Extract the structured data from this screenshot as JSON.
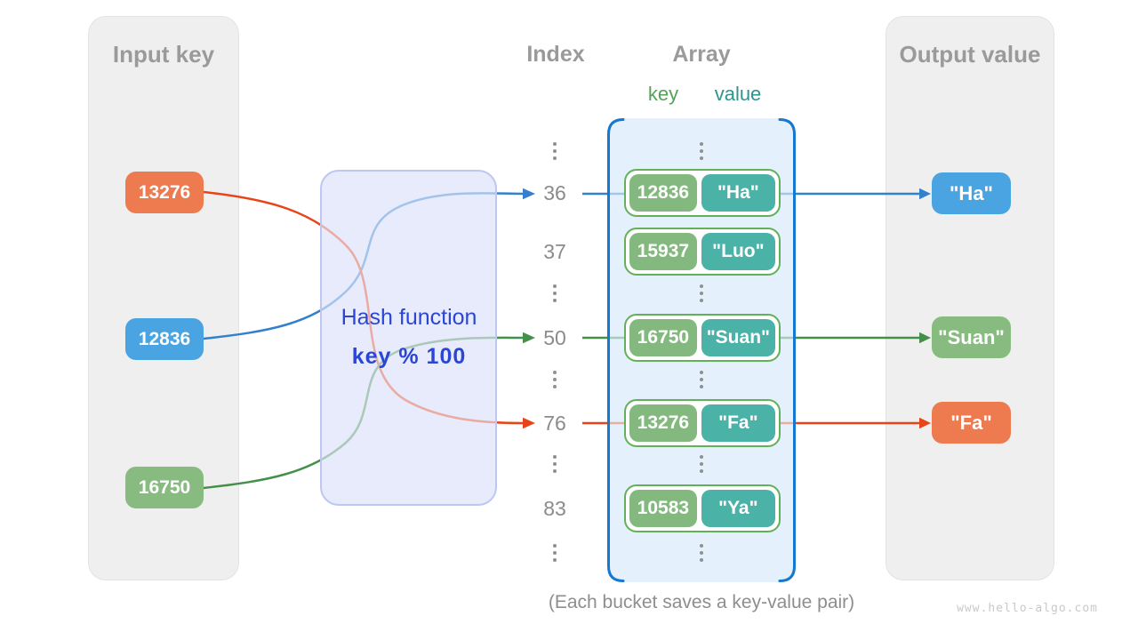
{
  "panels": {
    "input": {
      "title": "Input key",
      "items": [
        {
          "label": "13276",
          "color": "#ED7B4F"
        },
        {
          "label": "12836",
          "color": "#49A4E1"
        },
        {
          "label": "16750",
          "color": "#87BB80"
        }
      ]
    },
    "output": {
      "title": "Output value",
      "items": [
        {
          "label": "\"Ha\"",
          "color": "#49A4E1"
        },
        {
          "label": "\"Suan\"",
          "color": "#87BB80"
        },
        {
          "label": "\"Fa\"",
          "color": "#ED7B4F"
        }
      ]
    }
  },
  "hash_function": {
    "label": "Hash function",
    "formula": "key % 100"
  },
  "headers": {
    "index": "Index",
    "array": "Array",
    "key": "key",
    "value": "value"
  },
  "index_rows": [
    "⋮",
    "36",
    "37",
    "⋮",
    "50",
    "⋮",
    "76",
    "⋮",
    "83",
    "⋮"
  ],
  "buckets": [
    {
      "key": "12836",
      "value": "\"Ha\""
    },
    {
      "key": "15937",
      "value": "\"Luo\""
    },
    {
      "key": "16750",
      "value": "\"Suan\""
    },
    {
      "key": "13276",
      "value": "\"Fa\""
    },
    {
      "key": "10583",
      "value": "\"Ya\""
    }
  ],
  "flows": [
    {
      "input_key": "12836",
      "index": "36",
      "output_value": "\"Ha\"",
      "color": "#3380CC"
    },
    {
      "input_key": "16750",
      "index": "50",
      "output_value": "\"Suan\"",
      "color": "#44904A"
    },
    {
      "input_key": "13276",
      "index": "76",
      "output_value": "\"Fa\"",
      "color": "#E8441A"
    }
  ],
  "caption": "(Each bucket saves a key-value pair)",
  "watermark": "www.hello-algo.com",
  "colors": {
    "panel_bg": "#EFEFEF",
    "muted_text": "#9A9A9A",
    "orange_chip": "#ED7B4F",
    "blue_chip": "#49A4E1",
    "green_chip": "#87BB80",
    "bucket_key": "#83B97E",
    "bucket_value": "#4BB2A8",
    "bucket_border": "#62B159",
    "array_fill": "#E4F1FB",
    "array_bracket": "#1678CE",
    "hash_fill": "#E8EBFB",
    "hash_border": "#BDC7F2",
    "hash_text": "#2B46D5",
    "arrow_blue": "#3380CC",
    "arrow_green": "#44904A",
    "arrow_orange": "#E8441A"
  }
}
